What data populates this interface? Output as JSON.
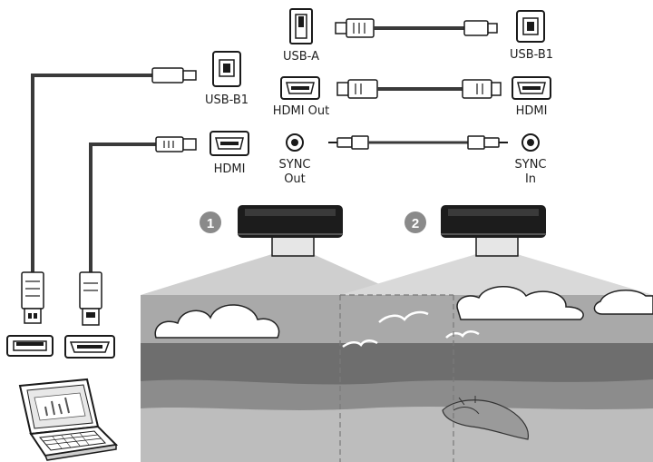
{
  "diagram": {
    "colors": {
      "cable": "#3a3a3a",
      "outline": "#1a1a1a",
      "projector_body": "#1c1c1c",
      "projector_mount": "#e6e6e6",
      "beam": "#cfcfcf",
      "badge": "#8a8a8a",
      "sky": "#a9a9a9",
      "sea_dark": "#6e6e6e",
      "sea_mid": "#8c8c8c",
      "sand": "#bdbdbd"
    },
    "left_ports": {
      "usb_b1": "USB-B1",
      "hdmi": "HDMI"
    },
    "cables": {
      "usb": {
        "left": "USB-A",
        "right": "USB-B1"
      },
      "hdmi": {
        "left": "HDMI Out",
        "right": "HDMI"
      },
      "sync": {
        "left_line1": "SYNC",
        "left_line2": "Out",
        "right_line1": "SYNC",
        "right_line2": "In"
      }
    },
    "badges": {
      "first": "1",
      "second": "2"
    }
  }
}
